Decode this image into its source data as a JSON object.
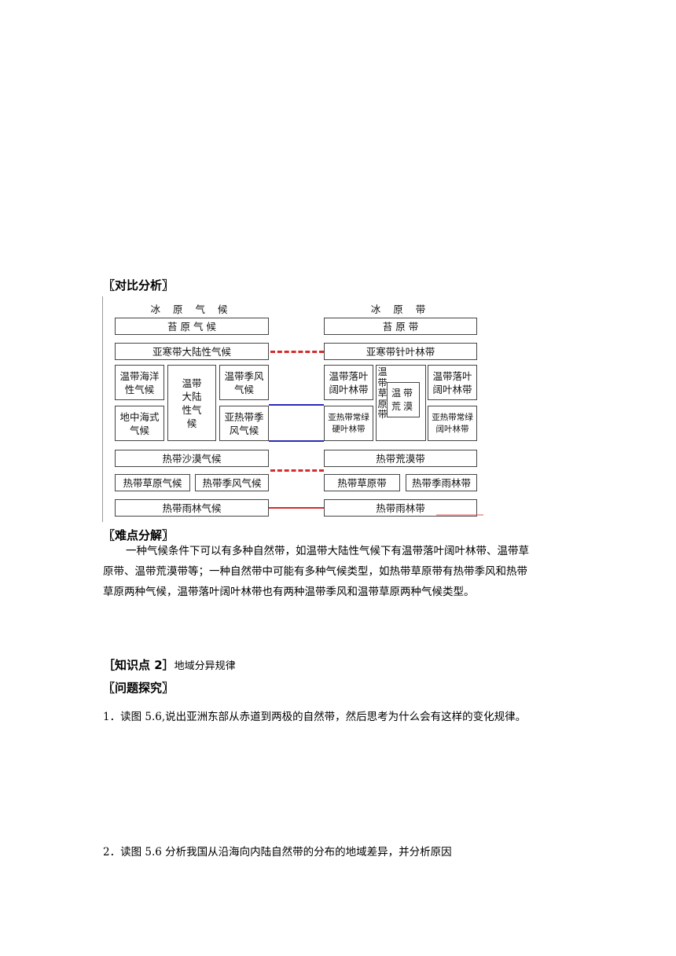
{
  "section1_heading": "〖对比分析〗",
  "diagram": {
    "left_title": "冰 原 气 候",
    "right_title": "冰 原 带",
    "climates": {
      "tundra": "苔 原 气 候",
      "subarctic": "亚寒带大陆性气候",
      "temperate_maritime": "温带海洋性气候",
      "temperate_continental": "温带大陆性气候",
      "temperate_monsoon": "温带季风气候",
      "mediterranean": "地中海式气候",
      "subtropical_monsoon": "亚热带季风气候",
      "tropical_desert": "热带沙漠气候",
      "tropical_savanna": "热带草原气候",
      "tropical_monsoon": "热带季风气候",
      "tropical_rainforest": "热带雨林气候"
    },
    "zones": {
      "tundra": "苔 原 带",
      "taiga": "亚寒带针叶林带",
      "temperate_deciduous_1": "温带落叶阔叶林带",
      "temperate_grassland": "温带草原带",
      "temperate_desert": "温带荒漠",
      "temperate_deciduous_2": "温带落叶阔叶林带",
      "subtropical_sclerophyll": "亚热带常绿硬叶林带",
      "subtropical_evergreen": "亚热带常绿阔叶林带",
      "tropical_desert": "热带荒漠带",
      "tropical_grassland": "热带草原带",
      "tropical_monsoon_forest": "热带季雨林带",
      "tropical_rainforest": "热带雨林带"
    },
    "colors": {
      "red": "#d62a2a",
      "blue": "#2a2ab5"
    }
  },
  "section2_heading": "〖难点分解〗",
  "section2_lines": [
    "一种气候条件下可以有多种自然带，如温带大陆性气候下有温带落叶阔叶林带、温带草",
    "原带、温带荒漠带等；一种自然带中可能有多种气候类型，如热带草原带有热带季风和热带",
    "草原两种气候，温带落叶阔叶林带也有两种温带季风和温带草原两种气候类型。"
  ],
  "knowledge_point": {
    "label": "［知识点 2］",
    "title": "地域分异规律"
  },
  "section3_heading": "〖问题探究〗",
  "questions": [
    "1．读图 5.6,说出亚洲东部从赤道到两极的自然带，然后思考为什么会有这样的变化规律。",
    "2．读图 5.6 分析我国从沿海向内陆自然带的分布的地域差异，并分析原因"
  ]
}
